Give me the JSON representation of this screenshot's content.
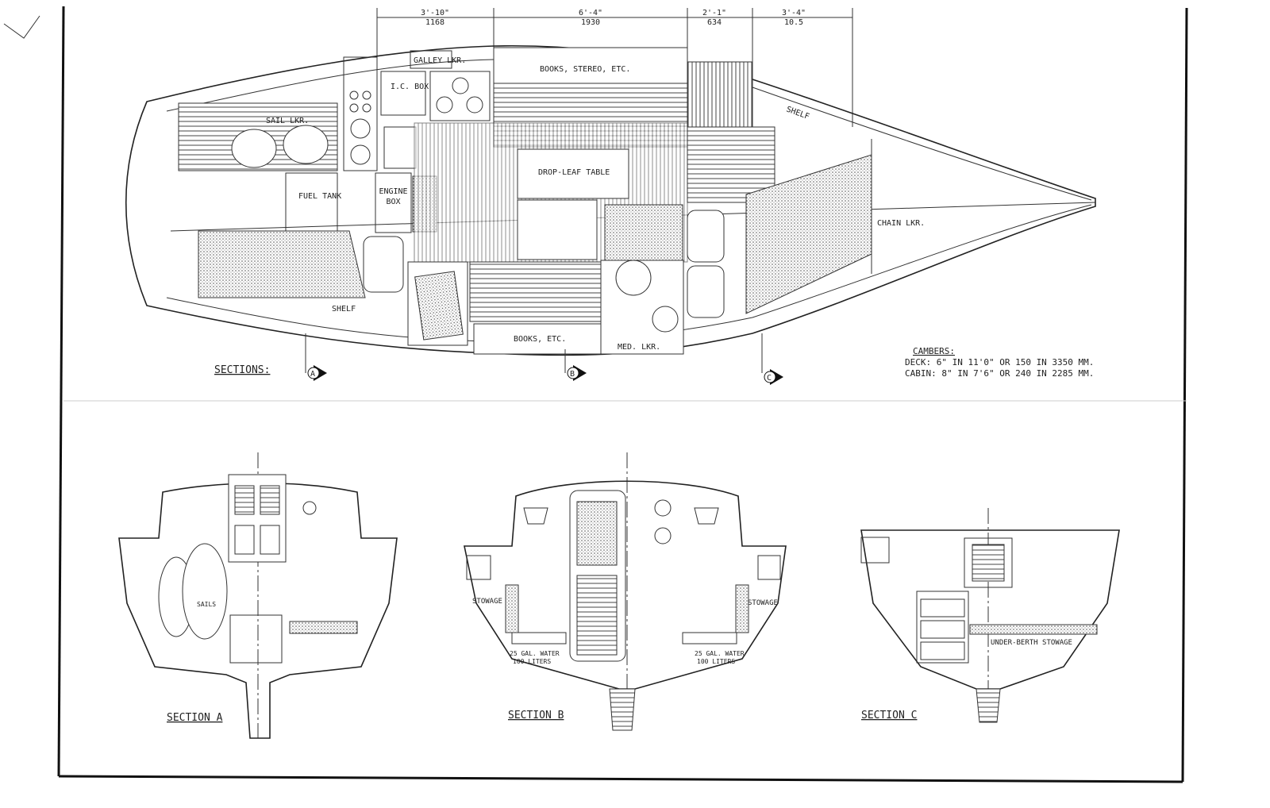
{
  "dimensions": [
    {
      "imperial": "3'-10\"",
      "metric": "1168"
    },
    {
      "imperial": "6'-4\"",
      "metric": "1930"
    },
    {
      "imperial": "2'-1\"",
      "metric": "634"
    },
    {
      "imperial": "3'-4\"",
      "metric": "10.5"
    }
  ],
  "plan_labels": {
    "galley_locker": "GALLEY LKR.",
    "books_stereo": "BOOKS, STEREO, ETC.",
    "ice_box": "I.C. BOX",
    "sail_locker": "SAIL LKR.",
    "shelf_top": "SHELF",
    "shelf_bottom": "SHELF",
    "fuel_tank": "FUEL TANK",
    "engine_box": "ENGINE BOX",
    "drop_leaf_table": "DROP-LEAF TABLE",
    "chain_locker": "CHAIN LKR.",
    "books_etc": "BOOKS, ETC.",
    "med_locker": "MED. LKR."
  },
  "sections_marker": {
    "label": "SECTIONS:",
    "a": "A",
    "b": "B",
    "c": "C"
  },
  "cambers": {
    "title": "CAMBERS:",
    "deck": "DECK:  6\" IN 11'0\"  OR  150 IN 3350 MM.",
    "cabin": "CABIN: 8\" IN 7'6\"  OR  240 IN 2285 MM."
  },
  "section_a": {
    "title": "SECTION A",
    "sails": "SAILS"
  },
  "section_b": {
    "title": "SECTION B",
    "stowage_left": "STOWAGE",
    "stowage_right": "STOWAGE",
    "water_left": [
      "25 GAL. WATER",
      "100 LITERS"
    ],
    "water_right": [
      "25 GAL. WATER",
      "100 LITERS"
    ]
  },
  "section_c": {
    "title": "SECTION C",
    "under_berth": "UNDER-BERTH STOWAGE"
  }
}
